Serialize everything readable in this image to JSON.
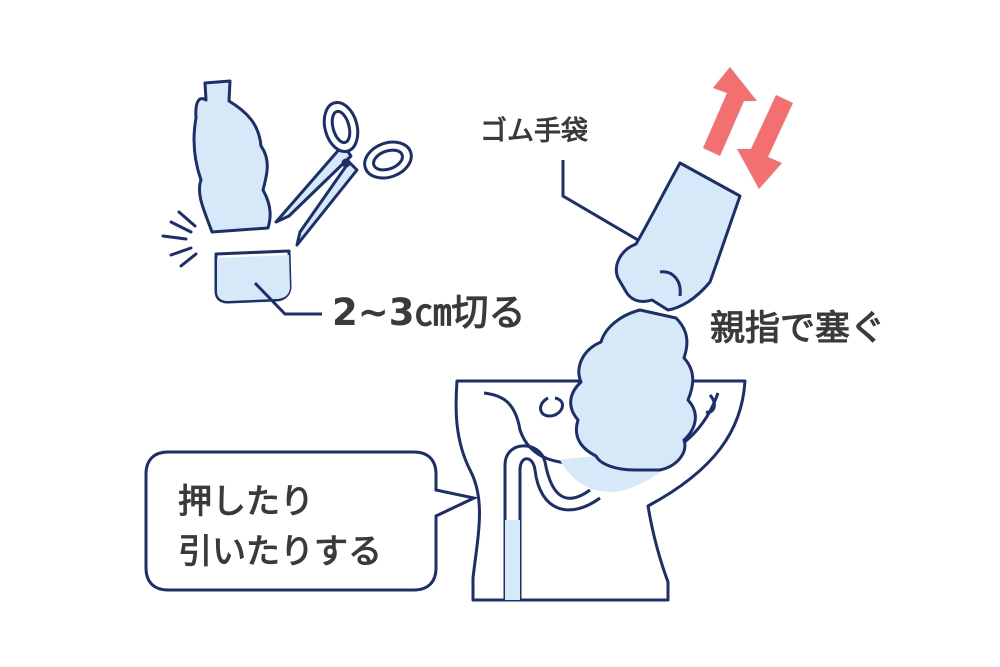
{
  "labels": {
    "cut": "2~3㎝切る",
    "glove": "ゴム手袋",
    "thumb": "親指で塞ぐ"
  },
  "bubble": {
    "line1": "押したり",
    "line2": "引いたりする"
  },
  "colors": {
    "outline": "#1a2f6b",
    "fill": "#d7e8f8",
    "arrow": "#f47070",
    "text": "#3a3a3a"
  }
}
